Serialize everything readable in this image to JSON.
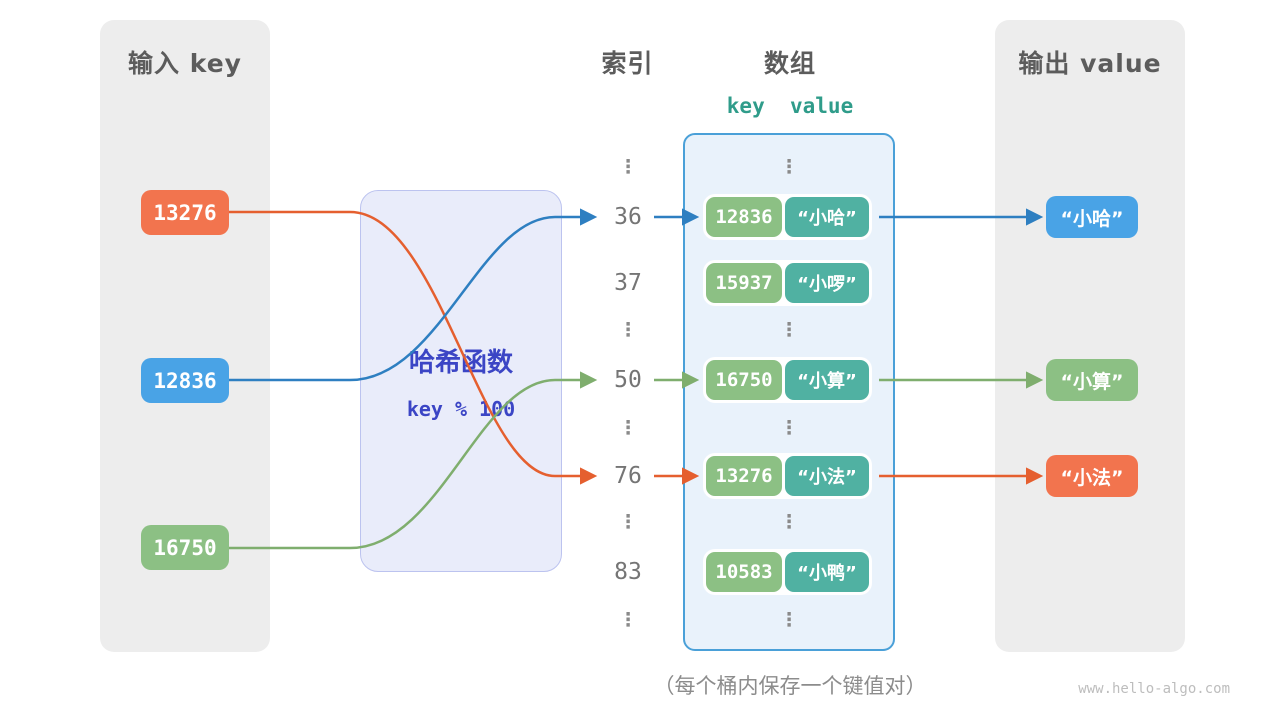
{
  "left_panel": {
    "title": "输入 key",
    "badges": [
      {
        "label": "13276",
        "color": "#f2744e"
      },
      {
        "label": "12836",
        "color": "#49a3e6"
      },
      {
        "label": "16750",
        "color": "#8cc084"
      }
    ]
  },
  "hash_box": {
    "title": "哈希函数",
    "formula": "key % 100"
  },
  "index_column": {
    "title": "索引",
    "items": [
      "⋮",
      "36",
      "37",
      "⋮",
      "50",
      "⋮",
      "76",
      "⋮",
      "83",
      "⋮"
    ]
  },
  "array_panel": {
    "title": "数组",
    "subtitle": "key  value",
    "dots": "⋮",
    "pairs": [
      {
        "key": "12836",
        "value": "“小哈”"
      },
      {
        "key": "15937",
        "value": "“小啰”"
      },
      {
        "key": "16750",
        "value": "“小算”"
      },
      {
        "key": "13276",
        "value": "“小法”"
      },
      {
        "key": "10583",
        "value": "“小鸭”"
      }
    ]
  },
  "output_panel": {
    "title": "输出 value",
    "badges": [
      {
        "label": "“小哈”",
        "color": "#49a3e6"
      },
      {
        "label": "“小算”",
        "color": "#8cc084"
      },
      {
        "label": "“小法”",
        "color": "#f2744e"
      }
    ]
  },
  "caption": "（每个桶内保存一个键值对）",
  "watermark": "www.hello-algo.com",
  "colors": {
    "orange": "#f2744e",
    "blue": "#49a3e6",
    "green": "#8cc084",
    "teal": "#50b1a2",
    "array_border": "#4aa0d8",
    "hash_text": "#3b45c5",
    "panel_bg": "#ededed",
    "arrow_blue": "#2e7fc1",
    "arrow_green": "#7fae6e",
    "arrow_orange": "#e55f2f"
  }
}
